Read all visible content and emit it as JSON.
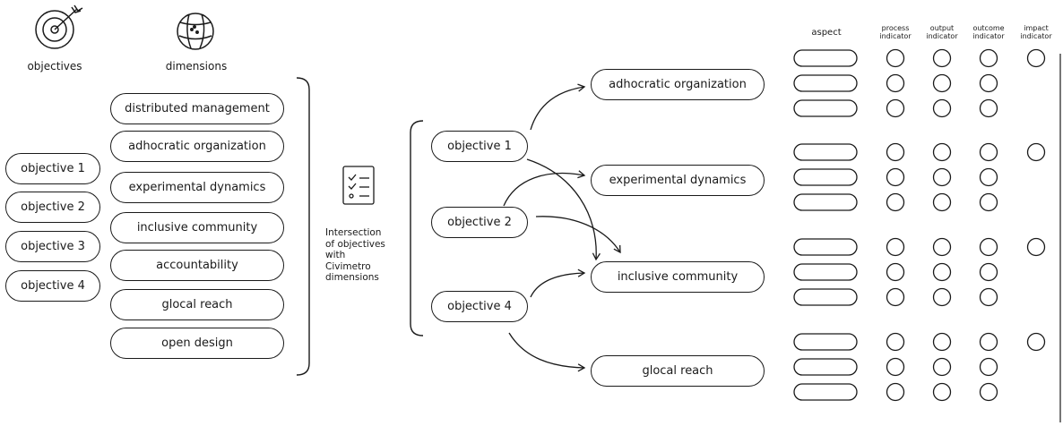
{
  "objectives_col": {
    "title": "objectives",
    "icon": "target-icon",
    "items": [
      "objective 1",
      "objective 2",
      "objective 3",
      "objective 4"
    ]
  },
  "dimensions_col": {
    "title": "dimensions",
    "icon": "globe-icon",
    "items": [
      "distributed management",
      "adhocratic organization",
      "experimental dynamics",
      "inclusive community",
      "accountability",
      "glocal reach",
      "open design"
    ]
  },
  "intersection": {
    "icon": "checklist-icon",
    "text": "Intersection\nof objectives\nwith\nCivimetro\ndimensions"
  },
  "mapping": {
    "objectives": [
      "objective 1",
      "objective 2",
      "objective 4"
    ],
    "dimensions": [
      "adhocratic organization",
      "experimental dynamics",
      "inclusive community",
      "glocal reach"
    ]
  },
  "indicator_table": {
    "aspect_header": "aspect",
    "headers": [
      "process\nindicator",
      "output\nindicator",
      "outcome\nindicator",
      "impact\nindicator"
    ]
  },
  "colors": {
    "ink": "#1a1a1a",
    "background": "#ffffff"
  }
}
